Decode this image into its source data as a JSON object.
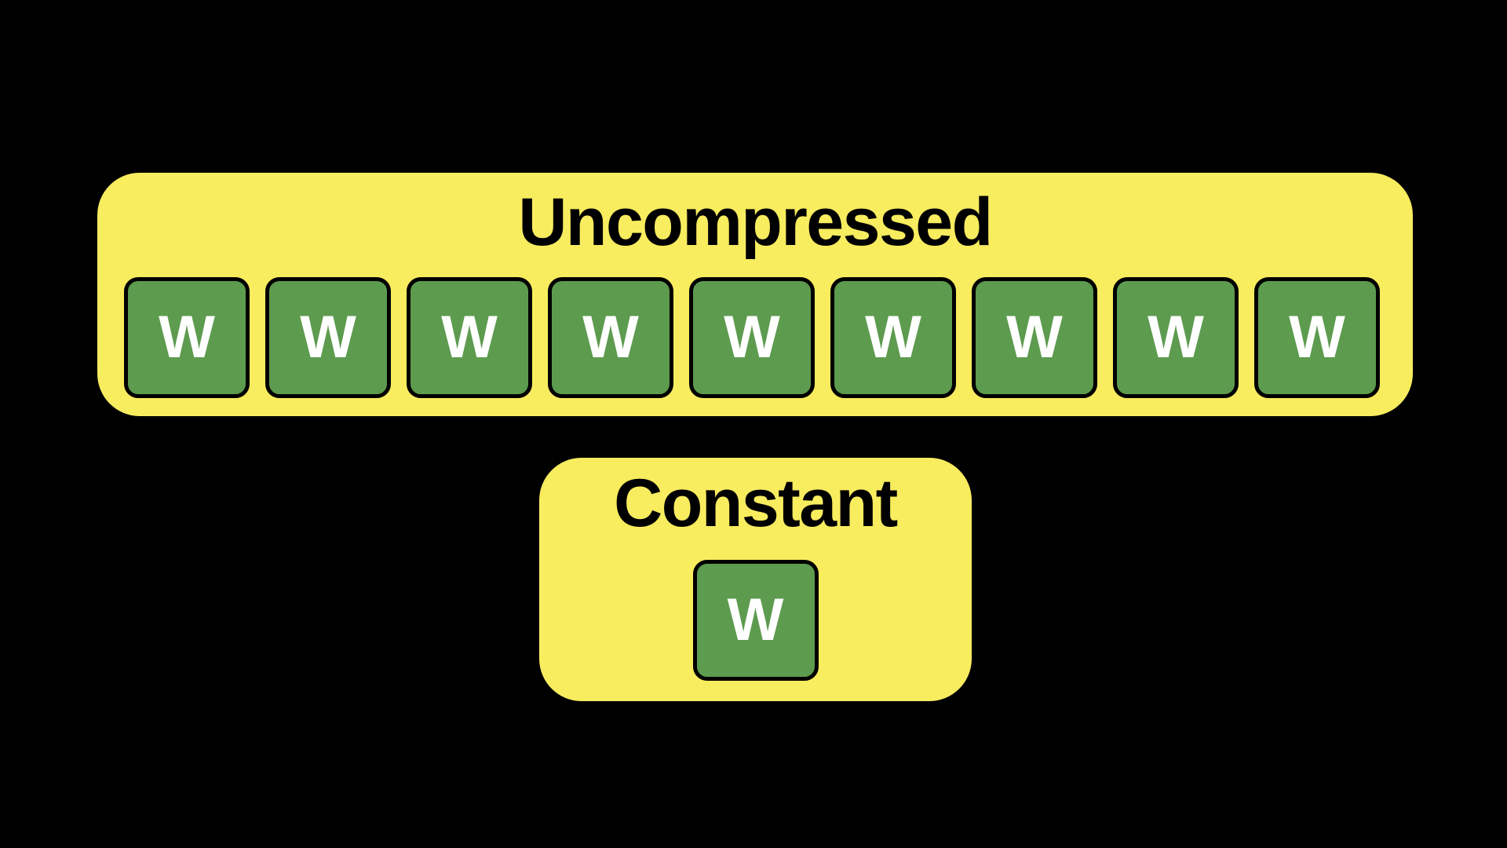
{
  "colors": {
    "background": "#000000",
    "container": "#F8EC5F",
    "cell": "#5D9B4F",
    "cell_border": "#000000",
    "cell_text": "#FFFFFF",
    "title_text": "#000000"
  },
  "uncompressed": {
    "title": "Uncompressed",
    "cells": [
      "W",
      "W",
      "W",
      "W",
      "W",
      "W",
      "W",
      "W",
      "W"
    ]
  },
  "constant": {
    "title": "Constant",
    "cells": [
      "W"
    ]
  }
}
